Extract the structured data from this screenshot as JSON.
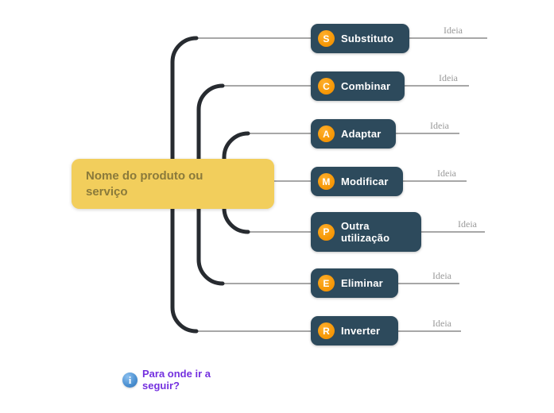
{
  "app": {
    "background_color": "#FFFFFF",
    "type": "mind-map"
  },
  "central_topic": {
    "label": "Nome do produto ou serviço",
    "bg_color": "#F2CE5C",
    "text_color": "#8A7A3B"
  },
  "branches": [
    {
      "letter": "S",
      "label": "Substituto",
      "idea": "Ideia"
    },
    {
      "letter": "C",
      "label": "Combinar",
      "idea": "Ideia"
    },
    {
      "letter": "A",
      "label": "Adaptar",
      "idea": "Ideia"
    },
    {
      "letter": "M",
      "label": "Modificar",
      "idea": "Ideia"
    },
    {
      "letter": "P",
      "label": "Outra utilização",
      "idea": "Ideia"
    },
    {
      "letter": "E",
      "label": "Eliminar",
      "idea": "Ideia"
    },
    {
      "letter": "R",
      "label": "Inverter",
      "idea": "Ideia"
    }
  ],
  "branch_style": {
    "bg_color": "#2D4A5C",
    "text_color": "#FFFFFF",
    "badge_color": "#F79A0A",
    "badge_text_color": "#FFFFFF"
  },
  "idea_style": {
    "text_color": "#9A9A9A",
    "line_color": "#8A8A8A"
  },
  "connector_style": {
    "trunk_color": "#272B30",
    "thin_color": "#8A8A8A"
  },
  "footer": {
    "label": "Para onde ir a seguir?",
    "text_color": "#7430DF",
    "icon": "info-icon",
    "icon_glyph": "i",
    "icon_color": "#4A8FD0"
  }
}
